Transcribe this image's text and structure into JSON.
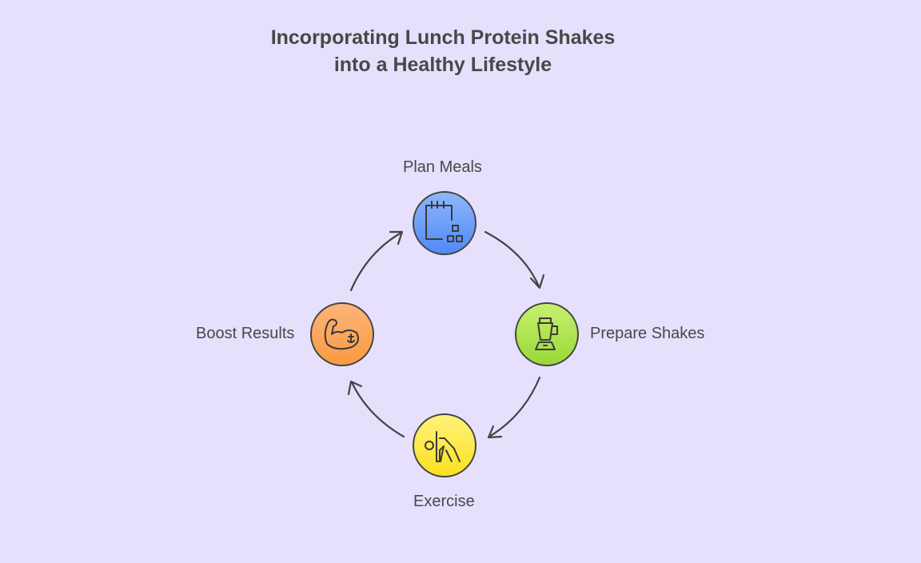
{
  "title_line1": "Incorporating Lunch Protein Shakes",
  "title_line2": "into a Healthy Lifestyle",
  "steps": [
    {
      "label": "Plan Meals",
      "icon": "calendar-icon",
      "color": "#5b93f5"
    },
    {
      "label": "Prepare Shakes",
      "icon": "blender-icon",
      "color": "#a6e04a"
    },
    {
      "label": "Exercise",
      "icon": "yoga-pose-icon",
      "color": "#fde53a"
    },
    {
      "label": "Boost Results",
      "icon": "flexed-arm-icon",
      "color": "#fb9d4e"
    }
  ]
}
